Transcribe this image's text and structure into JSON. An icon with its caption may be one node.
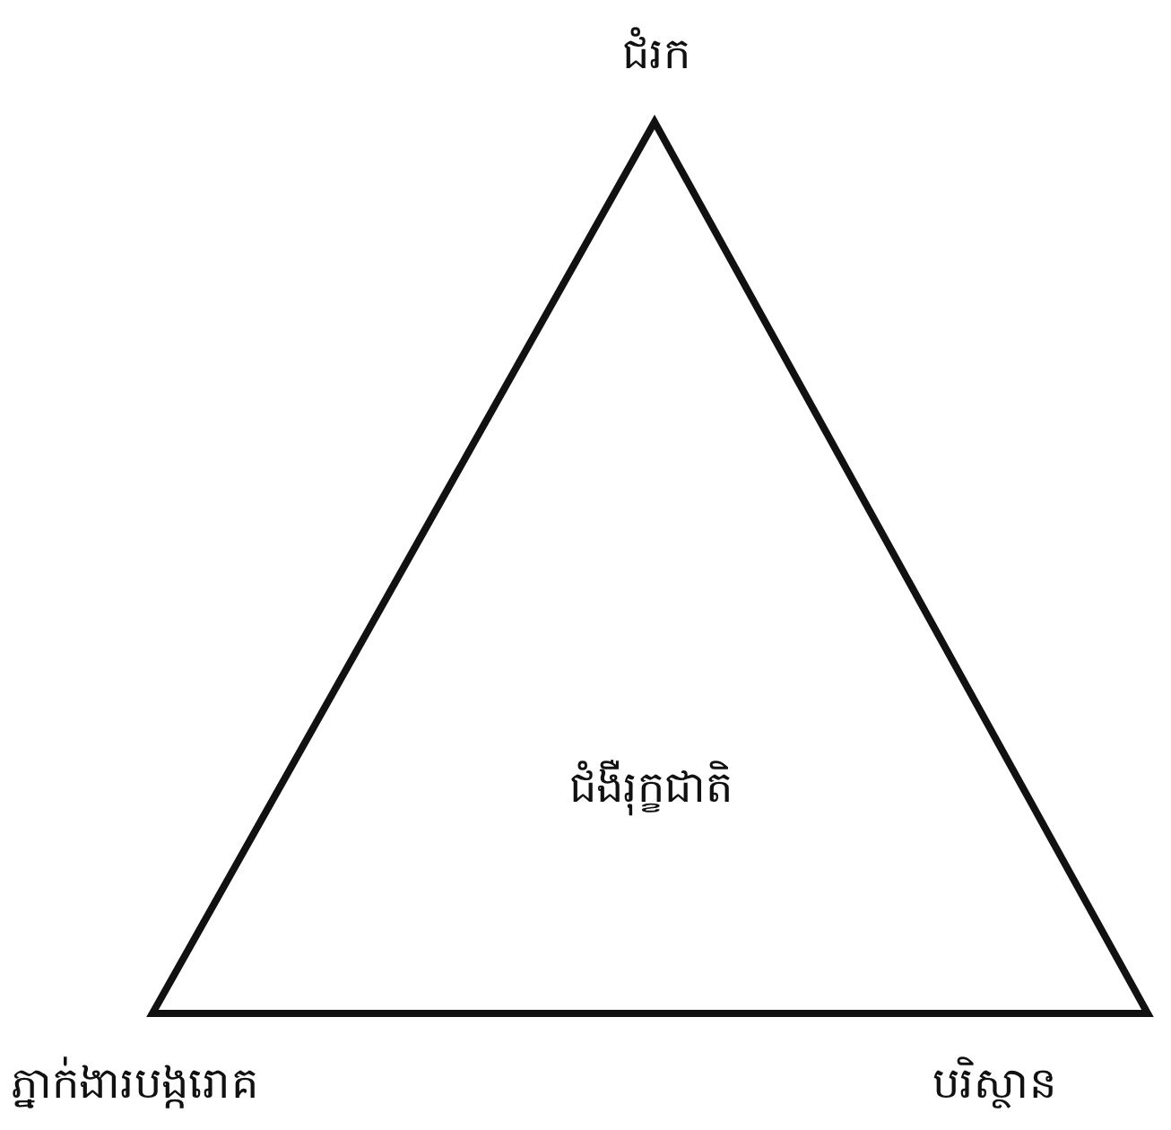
{
  "diagram": {
    "nodes": [
      {
        "text": [
          "ជំងឺរុក្ខជាតិ"
        ]
      }
    ],
    "labels": [
      "ជំរក",
      "ភ្នាក់ងារបង្ករោគ",
      "បរិស្ថាន"
    ]
  }
}
